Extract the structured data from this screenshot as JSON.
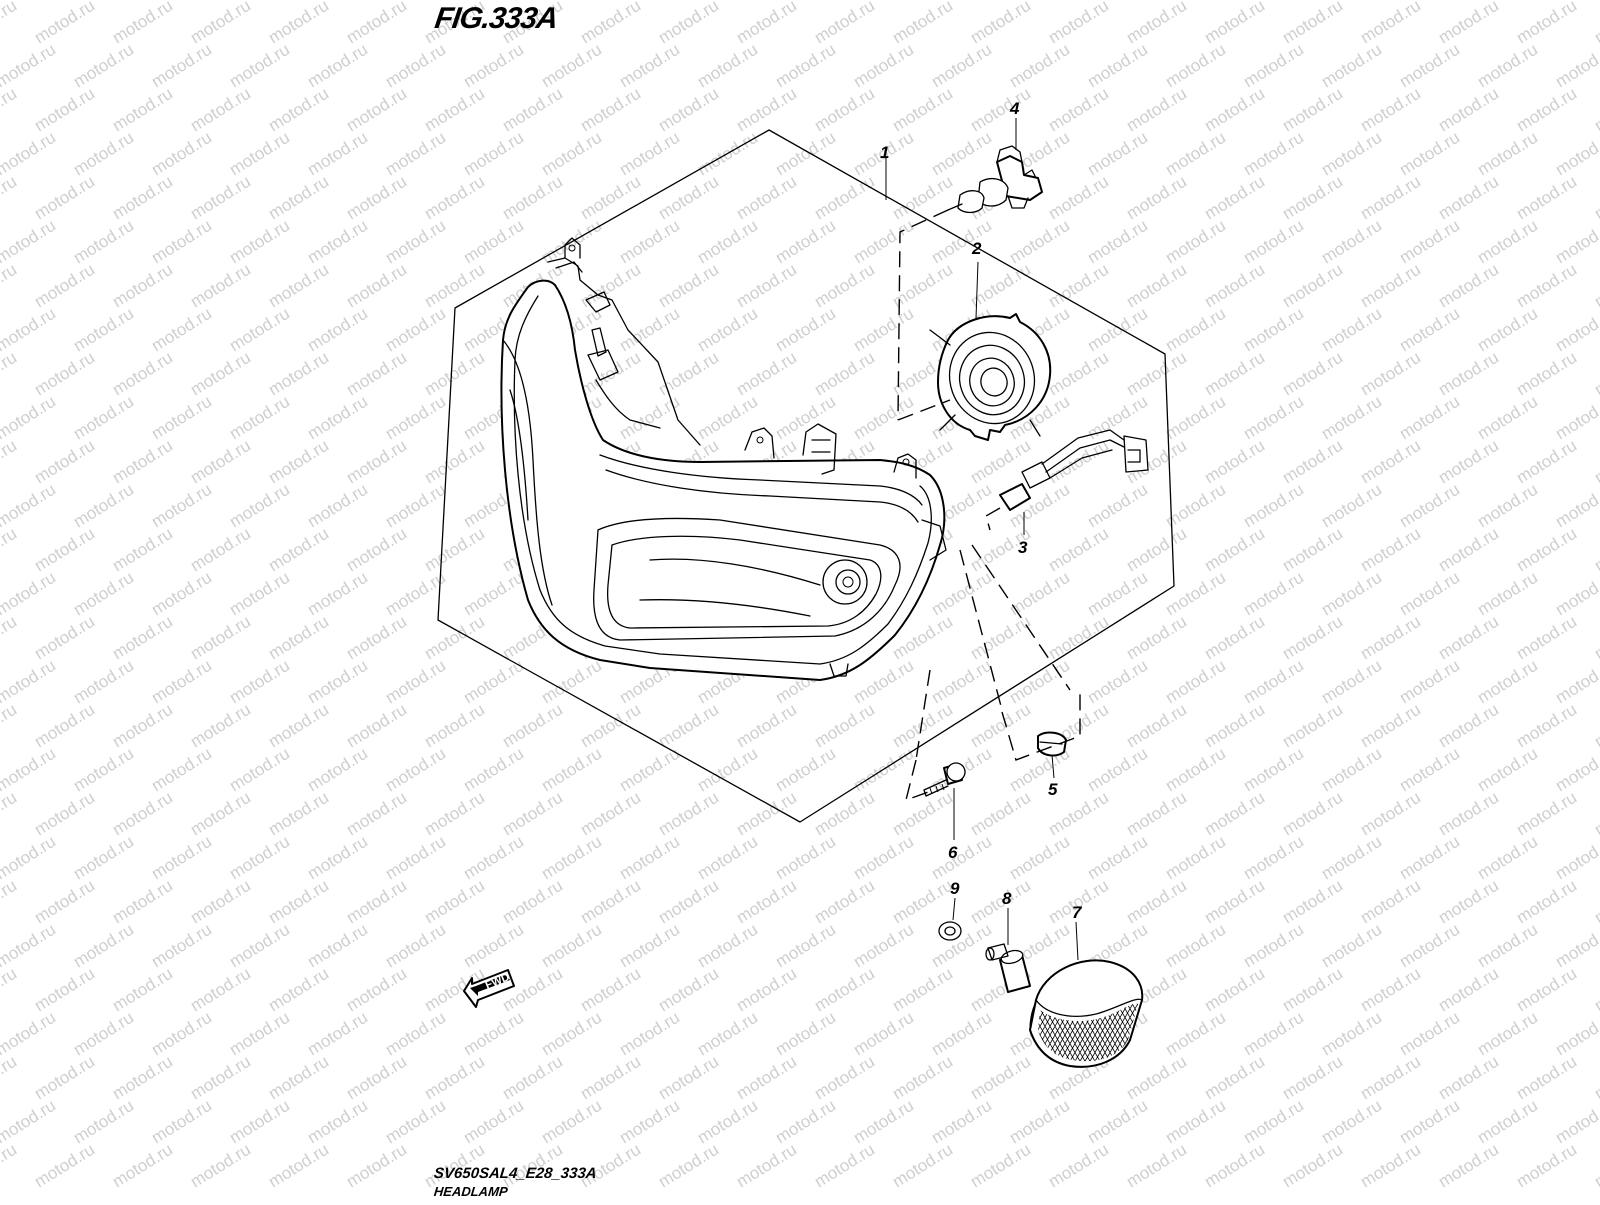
{
  "figure": {
    "title": "FIG.333A",
    "model_code": "SV650SAL4_E28_333A",
    "name": "HEADLAMP",
    "watermark": "motod.ru",
    "direction_label": "FWD"
  },
  "callouts": [
    "1",
    "2",
    "3",
    "4",
    "5",
    "6",
    "7",
    "8",
    "9"
  ]
}
